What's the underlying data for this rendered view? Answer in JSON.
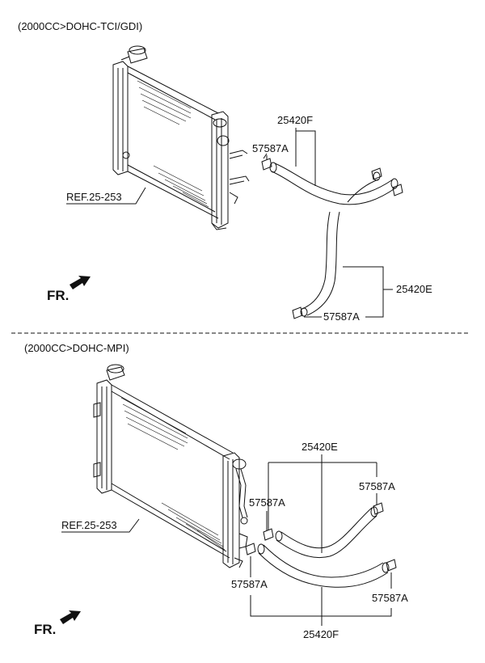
{
  "sections": [
    {
      "header": "(2000CC>DOHC-TCI/GDI)",
      "ref": "REF.25-253",
      "fr": "FR.",
      "labels": {
        "hose_upper": "25420F",
        "clamp_top": "57587A",
        "hose_lower": "25420E",
        "clamp_bottom": "57587A"
      }
    },
    {
      "header": "(2000CC>DOHC-MPI)",
      "ref": "REF.25-253",
      "fr": "FR.",
      "labels": {
        "hose_upper": "25420E",
        "clamp_right": "57587A",
        "clamp_left": "57587A",
        "clamp_bottom_left": "57587A",
        "clamp_bottom_right": "57587A",
        "hose_lower": "25420F"
      }
    }
  ],
  "icons": {
    "fr_arrow": "arrow-icon",
    "radiator": "radiator-icon",
    "hose": "hose-icon",
    "clamp": "clamp-icon"
  },
  "colors": {
    "line": "#111111",
    "background": "#ffffff"
  }
}
